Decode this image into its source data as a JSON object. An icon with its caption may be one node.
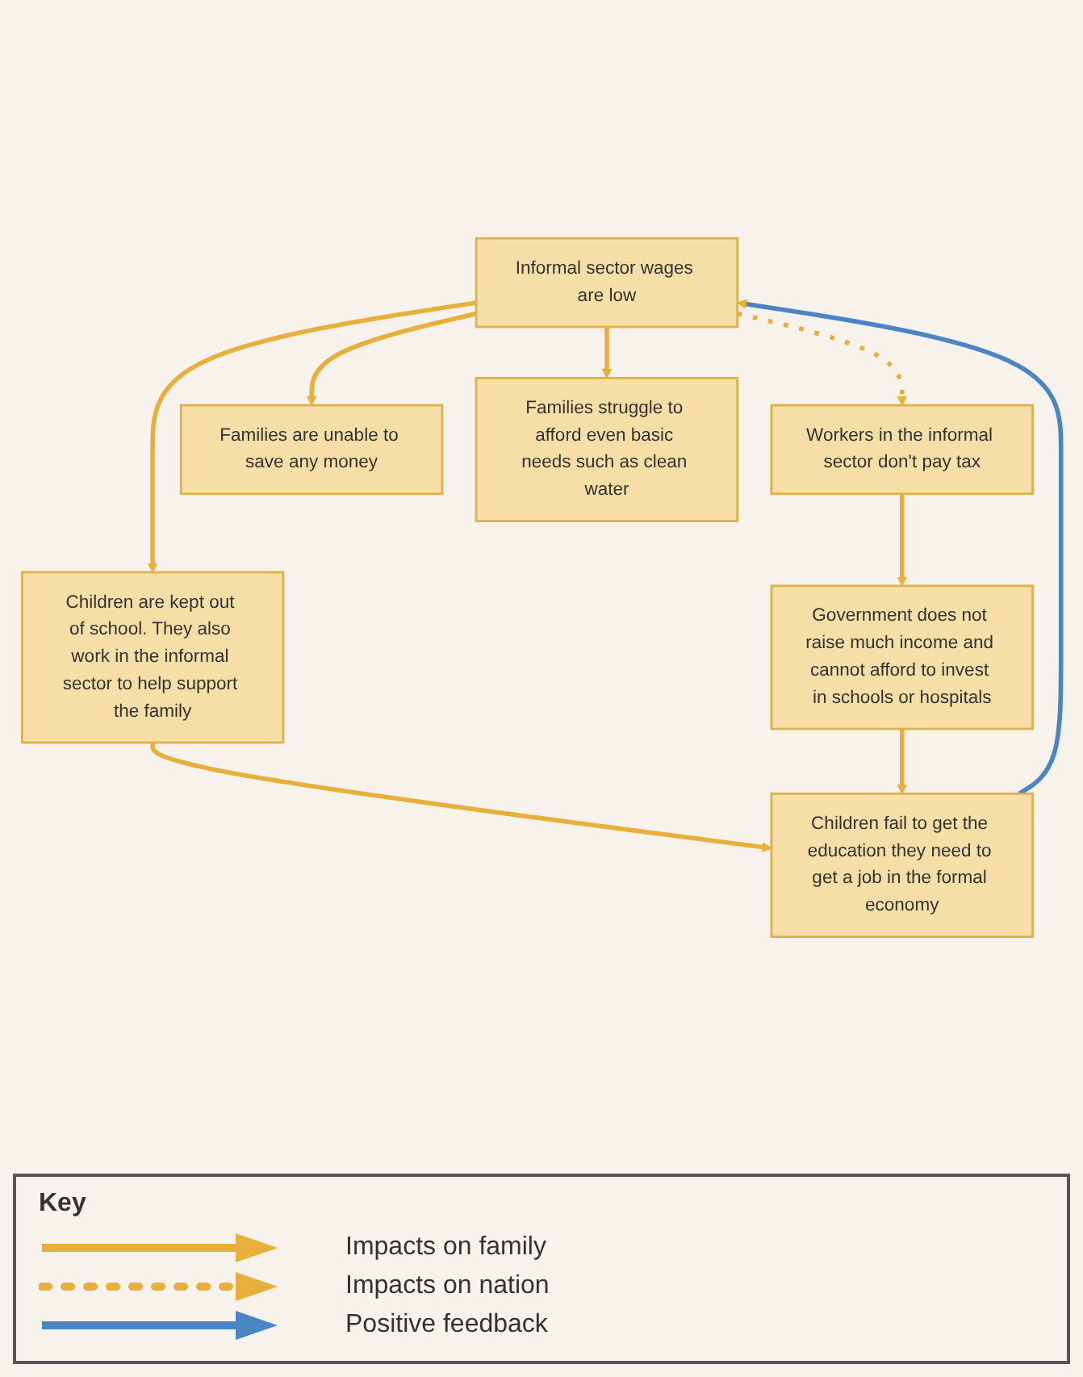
{
  "diagram": {
    "nodes": [
      {
        "text": [
          "Informal sector wages are low"
        ]
      },
      {
        "text": [
          "Workers in the informal sector don't pay tax"
        ]
      },
      {
        "text": [
          "Children are kept out of school. They also work in the informal sector to help support the family"
        ]
      },
      {
        "text": [
          "Families are unable to save any money"
        ]
      },
      {
        "text": [
          "Families struggle to afford even basic needs such as clean water"
        ]
      },
      {
        "text": [
          "Children fail to get the education they need to get a job in the formal economy"
        ]
      },
      {
        "text": [
          "Government does not raise much income and cannot afford to invest in schools or hospitals"
        ]
      }
    ],
    "edges": [
      {
        "from": 0,
        "to": 1,
        "arrow": "to",
        "style": "dashed"
      },
      {
        "from": 0,
        "to": 2,
        "arrow": "to"
      },
      {
        "from": 0,
        "to": 3,
        "arrow": "to"
      },
      {
        "from": 0,
        "to": 4,
        "arrow": "to"
      },
      {
        "from": 2,
        "to": 5,
        "arrow": "to"
      },
      {
        "from": 1,
        "to": 6,
        "arrow": "to"
      },
      {
        "from": 6,
        "to": 5,
        "arrow": "to"
      },
      {
        "from": 5,
        "to": 0,
        "arrow": "to",
        "color": "#4a86c5"
      }
    ],
    "labels": [
      "Key"
    ],
    "legend": [
      {
        "text": "Impacts on family"
      },
      {
        "text": "Impacts on nation"
      },
      {
        "text": "Positive feedback"
      }
    ]
  }
}
